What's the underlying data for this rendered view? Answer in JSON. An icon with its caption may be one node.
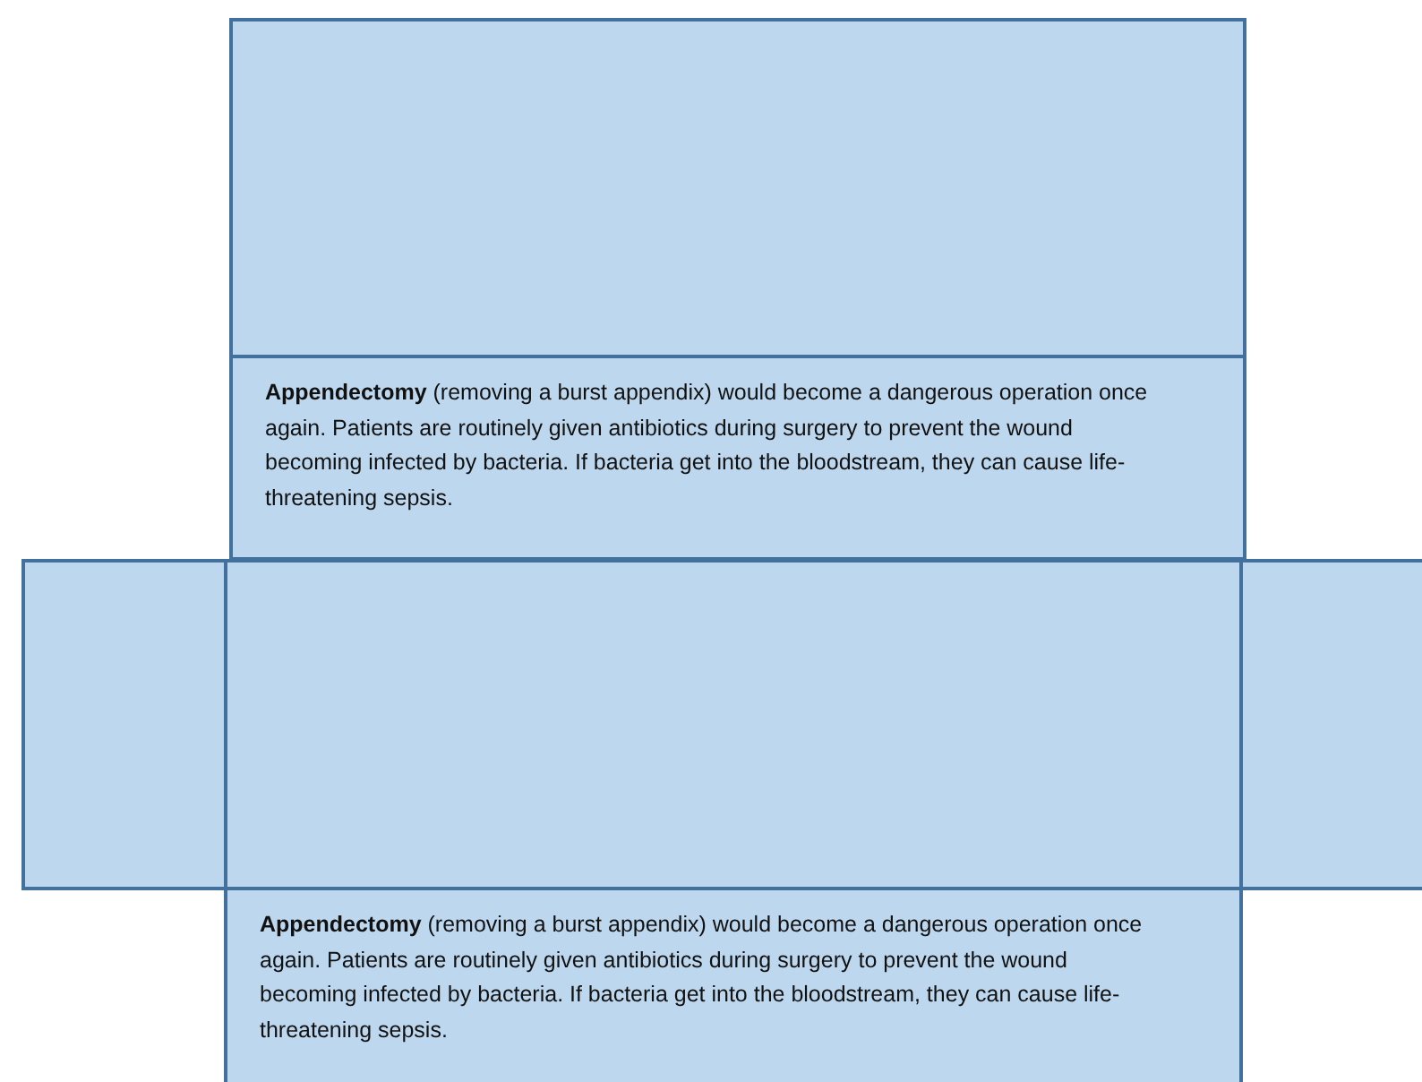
{
  "diagram": {
    "nodes": [
      {
        "text": [],
        "shape": "box"
      },
      {
        "text": [
          "**Appendectomy** (removing a burst appendix) would become a dangerous operation once again. Patients are routinely given antibiotics during surgery to prevent the wound becoming infected by bacteria. If bacteria get into the bloodstream, they can cause life-threatening sepsis."
        ]
      },
      {
        "text": [],
        "shape": "box"
      },
      {
        "text": [],
        "shape": "box"
      },
      {
        "text": [],
        "shape": "box"
      },
      {
        "text": [
          "**Appendectomy** (removing a burst appendix) would become a dangerous operation once again. Patients are routinely given antibiotics during surgery to prevent the wound becoming infected by bacteria. If bacteria get into the bloodstream, they can cause life-threatening sepsis."
        ]
      }
    ]
  }
}
